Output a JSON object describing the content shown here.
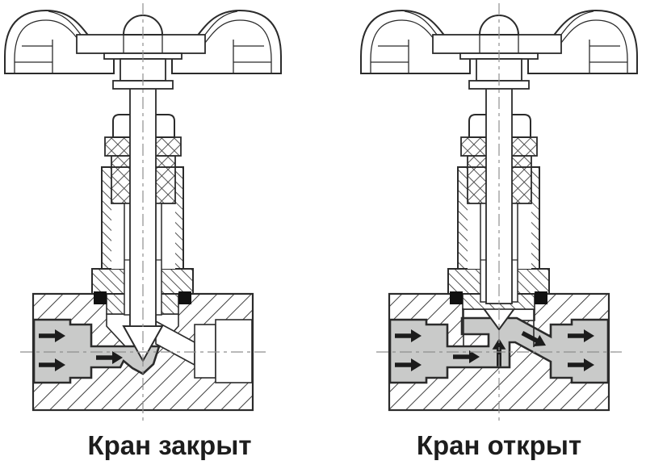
{
  "diagram": {
    "background": "#ffffff",
    "line_color": "#2b2b2b",
    "flow_fill_color": "#c9cac9",
    "seal_color": "#111111",
    "arrow_color": "#1c1c1c",
    "centerline_color": "#8f8f8f",
    "figures": [
      {
        "id": "valve-closed",
        "caption": "Кран закрыт",
        "state": "closed",
        "flow_arrow_count": 3,
        "flow_arrow_directions": [
          "right"
        ]
      },
      {
        "id": "valve-open",
        "caption": "Кран открыт",
        "state": "open",
        "flow_arrow_count": 7,
        "flow_arrow_directions": [
          "right",
          "up",
          "diagonal-down-right"
        ]
      }
    ]
  }
}
